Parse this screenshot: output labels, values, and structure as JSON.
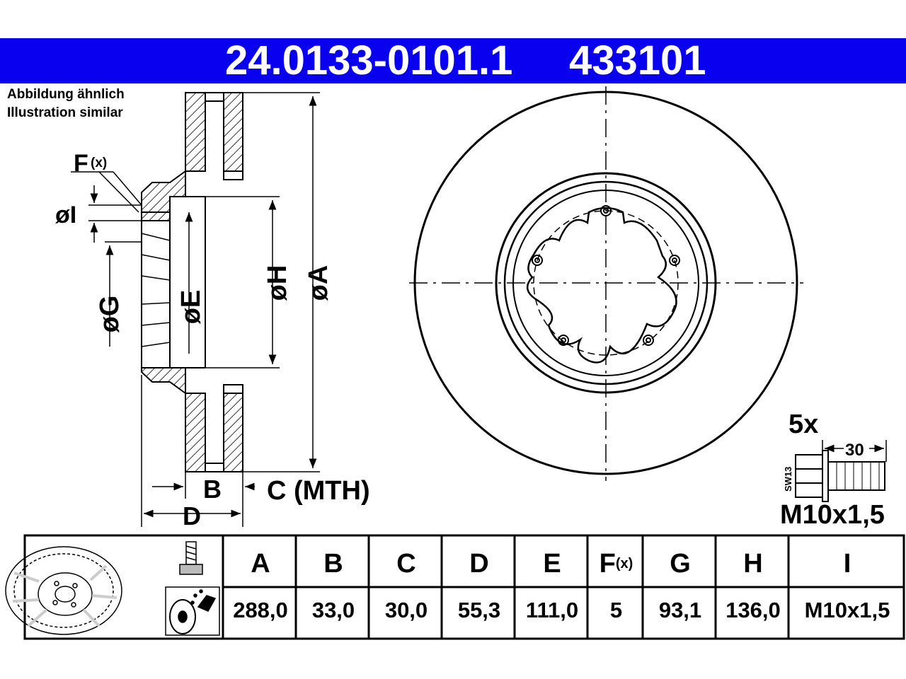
{
  "header": {
    "part_number": "24.0133-0101.1",
    "ref_number": "433101",
    "background_color": "#0a00f0",
    "text_color": "#ffffff"
  },
  "note": {
    "line1": "Abbildung ähnlich",
    "line2": "Illustration similar"
  },
  "drawing_labels": {
    "F": "F",
    "F_suffix": "(x)",
    "I": "øI",
    "G": "øG",
    "E": "øE",
    "H": "øH",
    "A": "øA",
    "B": "B",
    "C": "C (MTH)",
    "D": "D"
  },
  "bolt": {
    "count": "5x",
    "length": "30",
    "wrench": "SW13",
    "thread": "M10x1,5"
  },
  "table": {
    "columns": [
      {
        "key": "A",
        "label": "A",
        "value": "288,0"
      },
      {
        "key": "B",
        "label": "B",
        "value": "33,0"
      },
      {
        "key": "C",
        "label": "C",
        "value": "30,0"
      },
      {
        "key": "D",
        "label": "D",
        "value": "55,3"
      },
      {
        "key": "E",
        "label": "E",
        "value": "111,0"
      },
      {
        "key": "F",
        "label": "F",
        "label_suffix": "(x)",
        "value": "5"
      },
      {
        "key": "G",
        "label": "G",
        "value": "93,1"
      },
      {
        "key": "H",
        "label": "H",
        "value": "136,0"
      },
      {
        "key": "I",
        "label": "I",
        "value": "M10x1,5"
      }
    ]
  },
  "icons": [
    "disc-thumbnail-icon",
    "bolt-icon",
    "spray-cleaner-icon"
  ]
}
